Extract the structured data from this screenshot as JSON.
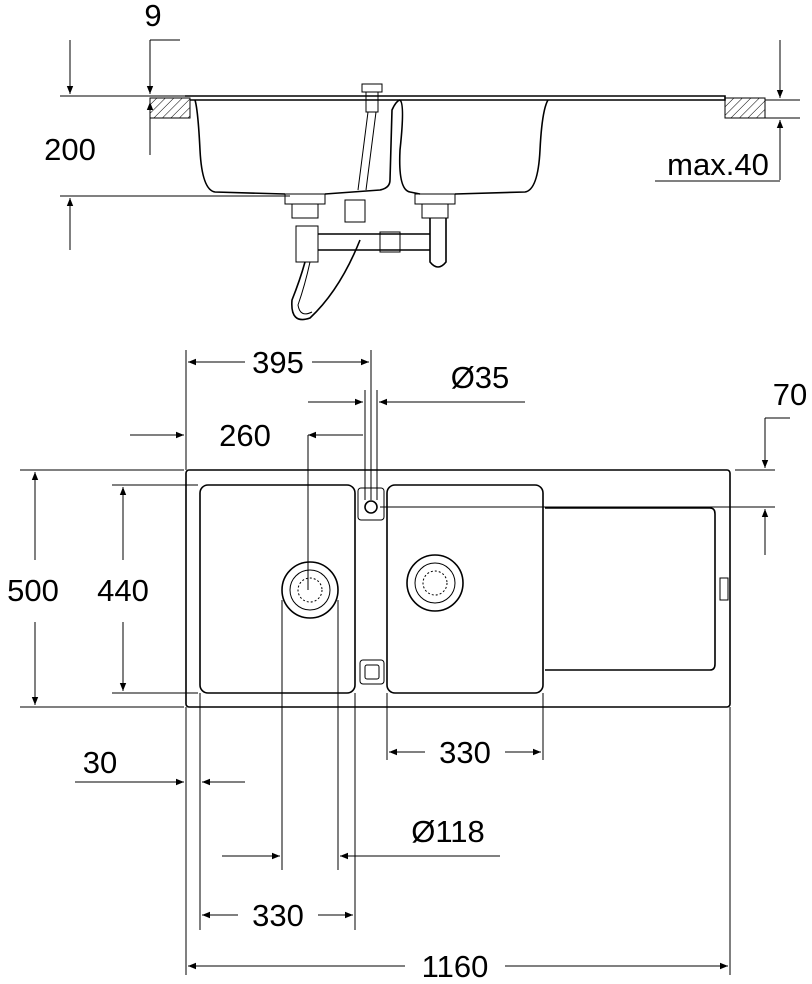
{
  "side_view": {
    "dim_rim": "9",
    "dim_depth": "200",
    "dim_counter": "max.40"
  },
  "plan_view": {
    "dim_tap_offset": "395",
    "dim_tap_hole": "Ø35",
    "dim_tap_edge": "70",
    "dim_drain_offset": "260",
    "dim_total_depth": "500",
    "dim_bowl_depth": "440",
    "dim_edge": "30",
    "dim_right_bowl": "330",
    "dim_drain_dia": "Ø118",
    "dim_left_bowl": "330",
    "dim_total_width": "1160"
  },
  "colors": {
    "line": "#000000",
    "background": "#ffffff"
  }
}
